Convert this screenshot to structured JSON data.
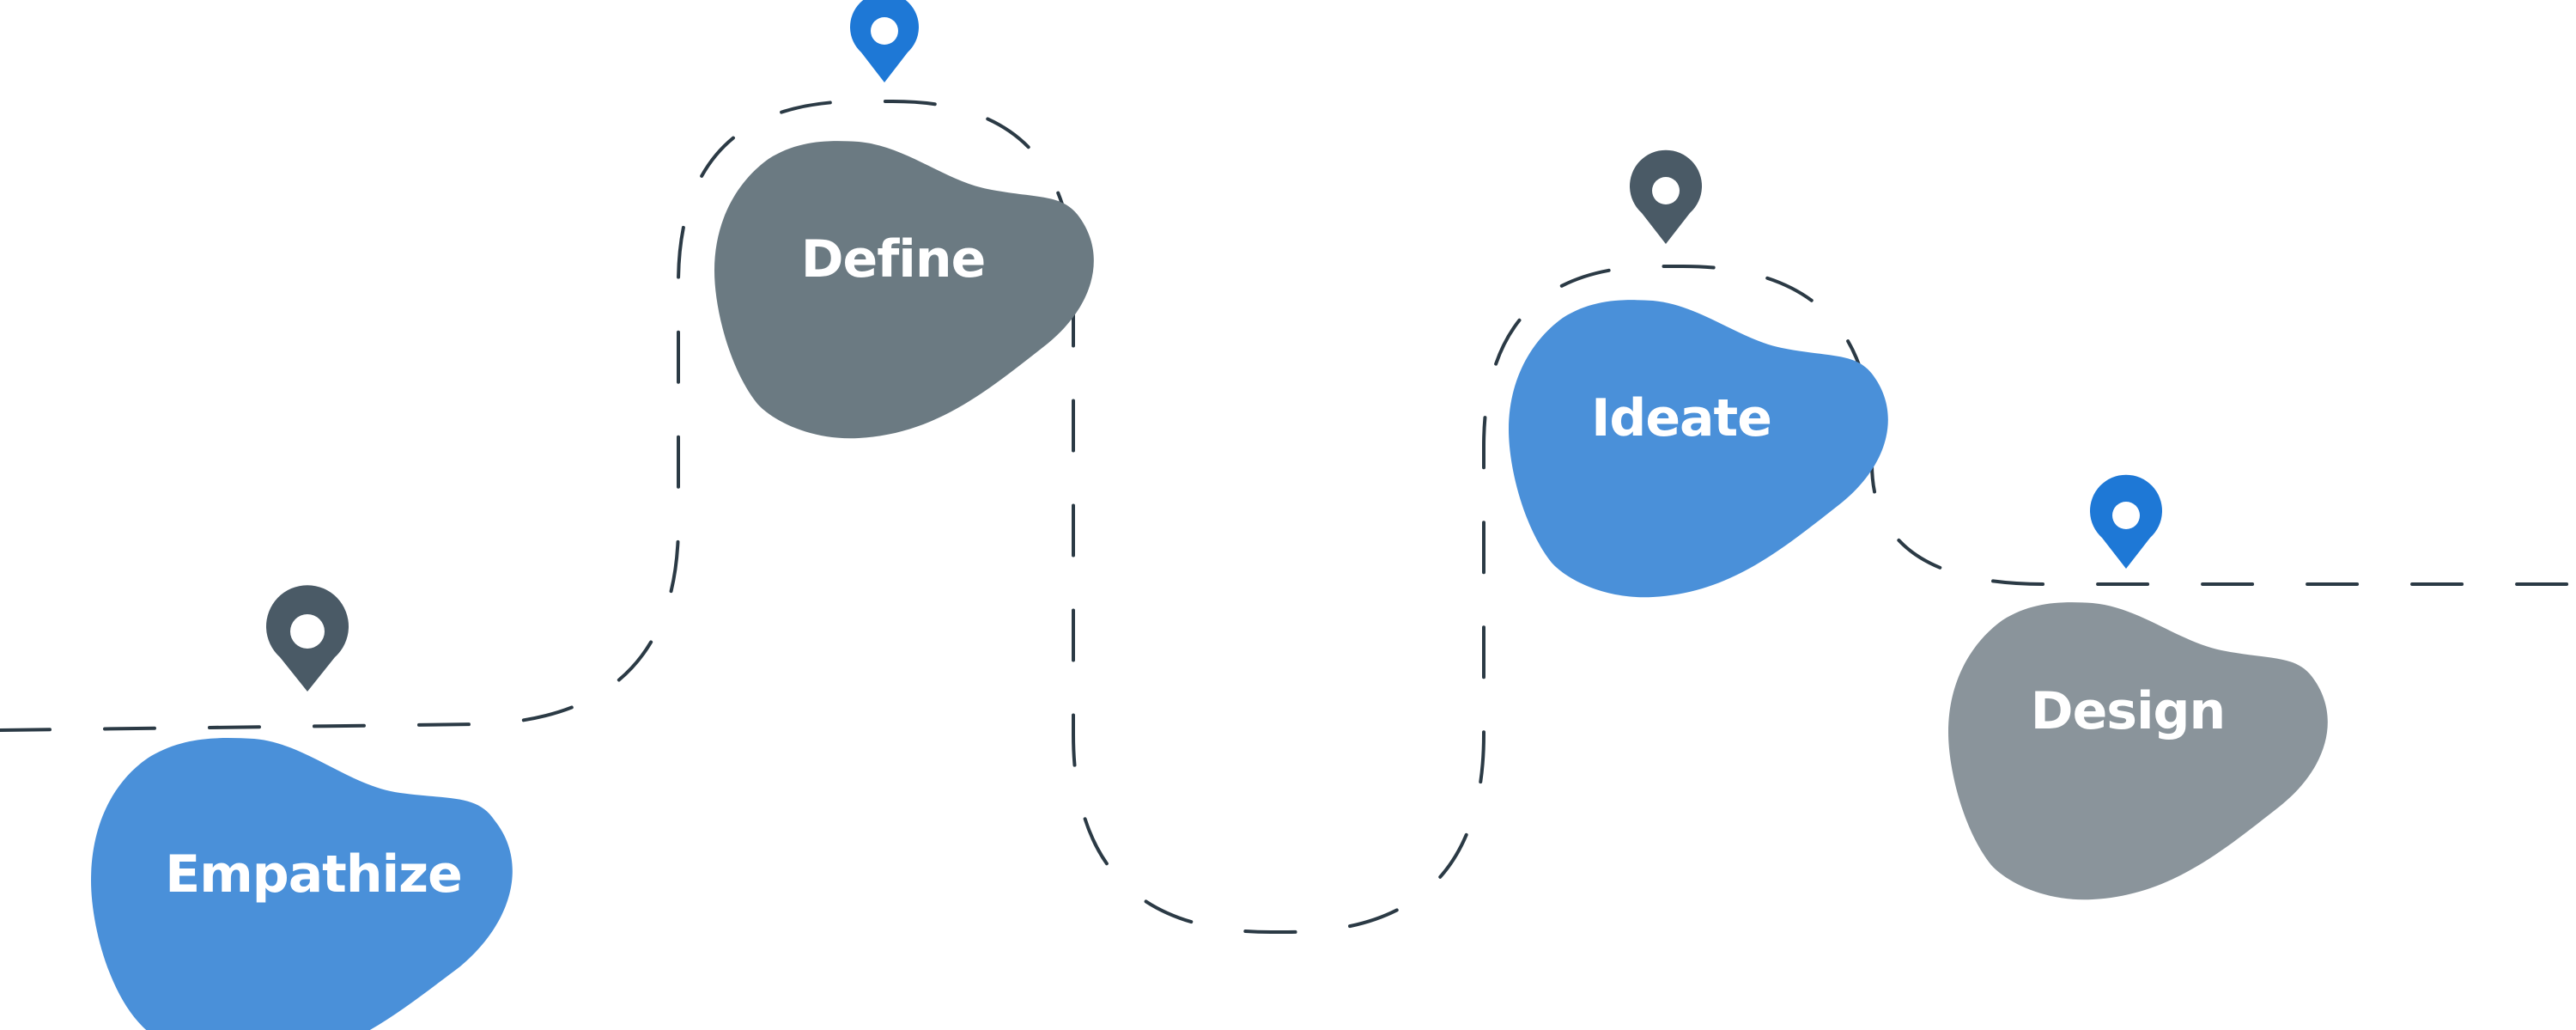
{
  "steps": [
    {
      "label": "Empathize",
      "blob_color": "#4a90d9",
      "pin_color": "#4a5a66",
      "pin_icon": "map-pin-icon"
    },
    {
      "label": "Define",
      "blob_color": "#6b7a82",
      "pin_color": "#1e78d6",
      "pin_icon": "map-pin-icon"
    },
    {
      "label": "Ideate",
      "blob_color": "#4a90d9",
      "pin_color": "#4a5a66",
      "pin_icon": "map-pin-icon"
    },
    {
      "label": "Design",
      "blob_color": "#8a949b",
      "pin_color": "#1e78d6",
      "pin_icon": "map-pin-icon"
    }
  ],
  "road_color": "#2b3a45"
}
